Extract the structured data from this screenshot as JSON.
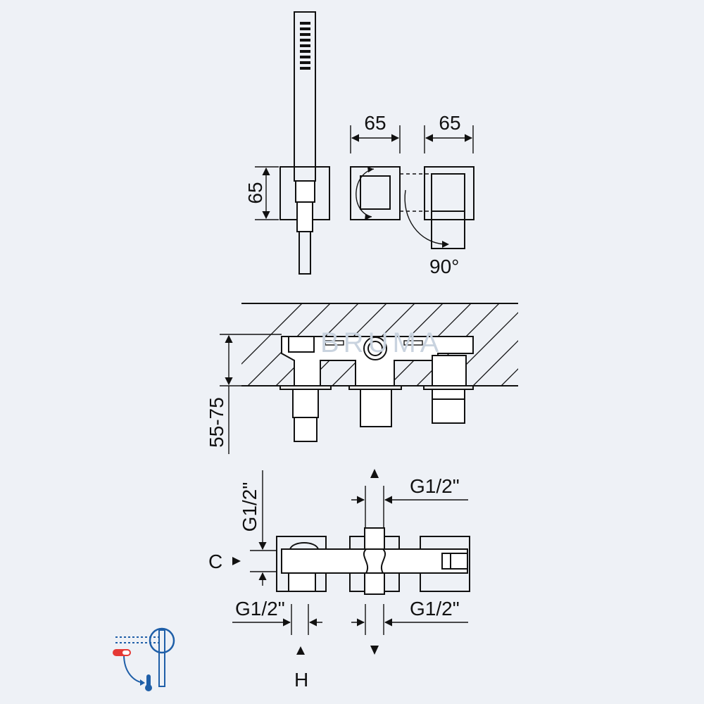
{
  "dimensions": {
    "top_width_1": "65",
    "top_width_2": "65",
    "holder_height": "65",
    "rotation": "90°",
    "wall_depth": "55-75",
    "thread_top_right": "G1/2\"",
    "thread_left_vertical": "G1/2\"",
    "thread_bottom_left": "G1/2\"",
    "thread_bottom_right": "G1/2\""
  },
  "labels": {
    "cold": "C",
    "hot": "H"
  },
  "watermark": "BRUMA",
  "colors": {
    "background": "#eef1f6",
    "line": "#111111",
    "hot": "#e53935",
    "accent_blue": "#1f5fa8"
  },
  "icons": {
    "temperature": "thermometer-icon",
    "mixer": "mixer-lever-icon"
  }
}
